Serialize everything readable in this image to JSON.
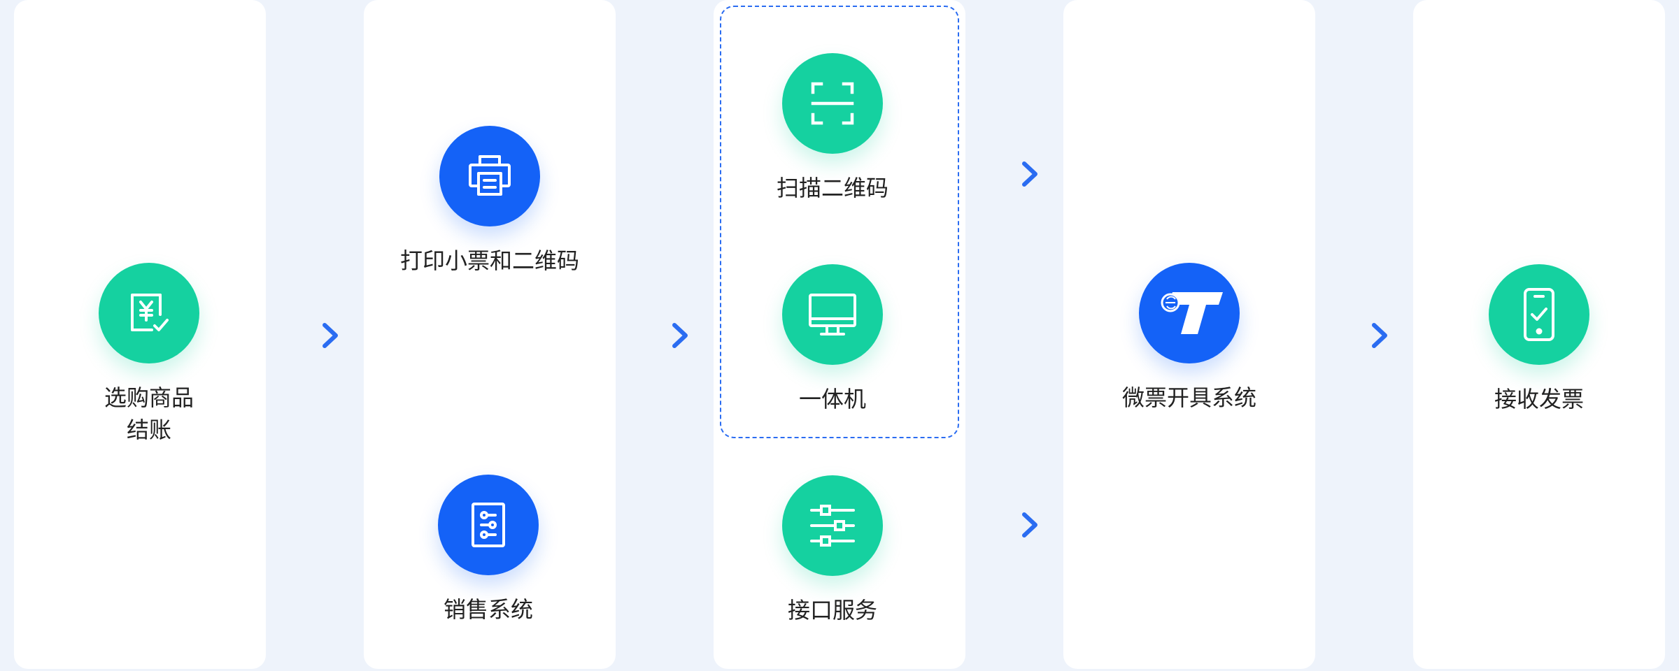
{
  "steps": {
    "select_goods": {
      "label": "选购商品\n结账",
      "icon": "yuan-receipt-icon",
      "color": "#15d1a0"
    },
    "print_receipt": {
      "label": "打印小票和二维码",
      "icon": "printer-icon",
      "color": "#1462f7"
    },
    "sales_system": {
      "label": "销售系统",
      "icon": "document-settings-icon",
      "color": "#1462f7"
    },
    "scan_qr": {
      "label": "扫描二维码",
      "icon": "scan-icon",
      "color": "#15d1a0"
    },
    "kiosk": {
      "label": "一体机",
      "icon": "monitor-icon",
      "color": "#15d1a0"
    },
    "api_service": {
      "label": "接口服务",
      "icon": "sliders-icon",
      "color": "#15d1a0"
    },
    "invoice_system": {
      "label": "微票开具系统",
      "icon": "weipiao-logo-icon",
      "color": "#1462f7"
    },
    "receive_invoice": {
      "label": "接收发票",
      "icon": "phone-check-icon",
      "color": "#15d1a0"
    }
  },
  "colors": {
    "background": "#eef3fb",
    "card": "#ffffff",
    "green": "#15d1a0",
    "blue": "#1462f7",
    "arrow": "#2a6cf1"
  }
}
